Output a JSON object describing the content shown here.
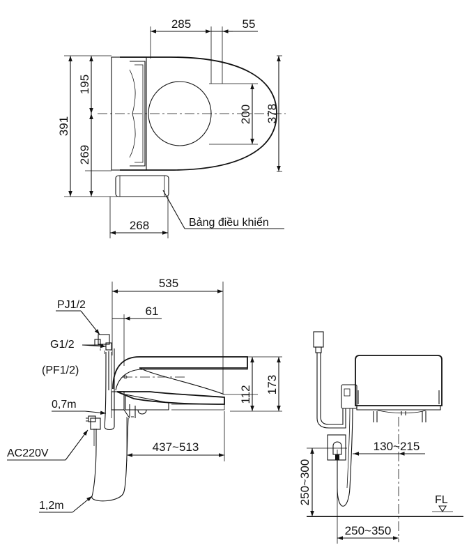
{
  "top_view": {
    "dim_seat_width": "285",
    "dim_offset": "55",
    "dim_total_depth": "391",
    "dim_upper": "195",
    "dim_lower": "269",
    "dim_opening": "200",
    "dim_seat_depth": "378",
    "dim_panel_width": "268",
    "control_panel_label": "Bảng điều khiển"
  },
  "side_view": {
    "dim_length": "535",
    "dim_front": "61",
    "dim_height_seat": "112",
    "dim_height_total": "173",
    "dim_mount_range": "437~513",
    "pipe_pj": "PJ1/2",
    "pipe_g": "G1/2",
    "pipe_pf": "(PF1/2)",
    "hose_length": "0,7m",
    "power_label": "AC220V",
    "cord_length": "1,2m"
  },
  "rear_view": {
    "dim_outlet_height": "250~300",
    "dim_offset": "130~215",
    "dim_outlet_distance": "250~350",
    "floor_label": "FL"
  }
}
